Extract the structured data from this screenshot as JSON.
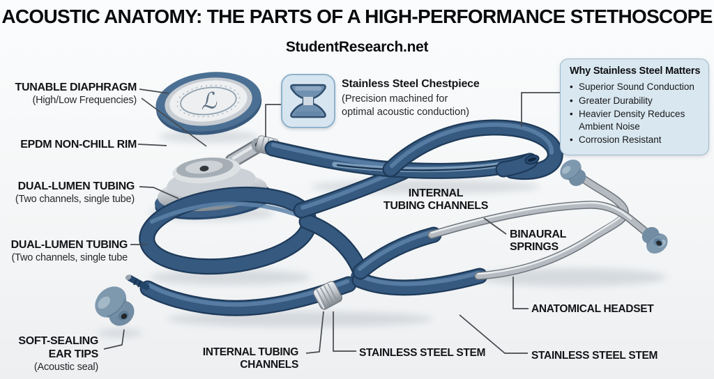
{
  "header": {
    "title": "ACOUSTIC ANATOMY: THE PARTS OF A HIGH-PERFORMANCE STETHOSCOPE",
    "source": "StudentResearch.net"
  },
  "labels": {
    "tunable_diaphragm": {
      "line1": "TUNABLE DIAPHRAGM",
      "line2": "(High/Low Frequencies)"
    },
    "epdm_rim": {
      "line1": "EPDM NON-CHILL RIM"
    },
    "dual_lumen_top": {
      "line1": "DUAL-LUMEN TUBING",
      "line2": "(Two channels, single tube)"
    },
    "dual_lumen_bottom": {
      "line1": "DUAL-LUMEN TUBING",
      "line2": "(Two channels, single tube"
    },
    "ear_tips": {
      "line1": "SOFT-SEALING",
      "line2": "EAR TIPS",
      "line3": "(Acoustic seal)"
    },
    "internal_channels_mid": {
      "line1": "INTERNAL",
      "line2": "TUBING CHANNELS"
    },
    "binaural_springs": {
      "line1": "BINAURAL",
      "line2": "SPRINGS"
    },
    "anatomical_headset": {
      "line1": "ANATOMICAL HEADSET"
    },
    "internal_channels_bottom": {
      "line1": "INTERNAL TUBING",
      "line2": "CHANNELS"
    },
    "stainless_stem_center": {
      "line1": "STAINLESS STEEL STEM"
    },
    "stainless_stem_right": {
      "line1": "STAINLESS STEEL STEM"
    }
  },
  "chestpiece_callout": {
    "heading": "Stainless Steel Chestpiece",
    "line1": "(Precision machined for",
    "line2": "optimal acoustic conduction)"
  },
  "info_box": {
    "title": "Why Stainless Steel Matters",
    "bullets": [
      "Superior Sound Conduction",
      "Greater Durability",
      "Heavier Density Reduces Ambient Noise",
      "Corrosion Resistant"
    ]
  },
  "diagram": {
    "diaphragm_logo": "ℒ"
  },
  "colors": {
    "tube_navy": "#35597f",
    "tube_navy_dark": "#1e3a59",
    "tube_highlight": "#5d83a9",
    "metal": "#b5bbc1",
    "metal_dark": "#6d747b",
    "ear_tip": "#7e98ae",
    "info_box_bg": "#d9e7f0",
    "info_box_border": "#9bb8cc",
    "icon_box_bg": "#d7e5f1",
    "icon_box_border": "#8fb2cc",
    "label_text": "#131417"
  }
}
